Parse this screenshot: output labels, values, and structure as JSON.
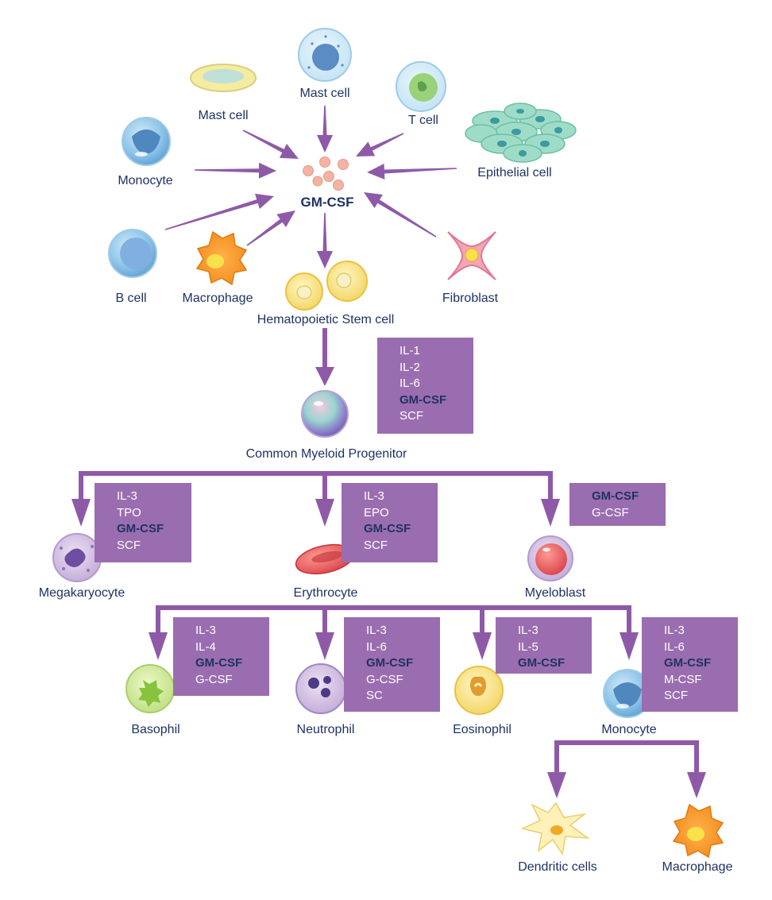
{
  "center": {
    "label": "GM-CSF"
  },
  "sources": {
    "mast_cell_left": "Mast cell",
    "mast_cell_top": "Mast cell",
    "t_cell": "T cell",
    "epithelial_cell": "Epithelial cell",
    "monocyte": "Monocyte",
    "b_cell": "B cell",
    "macrophage": "Macrophage",
    "fibroblast": "Fibroblast"
  },
  "lineage": {
    "hsc": "Hematopoietic Stem cell",
    "cmp": "Common Myeloid Progenitor",
    "megakaryocyte": "Megakaryocyte",
    "erythrocyte": "Erythrocyte",
    "myeloblast": "Myeloblast",
    "basophil": "Basophil",
    "neutrophil": "Neutrophil",
    "eosinophil": "Eosinophil",
    "monocyte": "Monocyte",
    "dendritic_cells": "Dendritic cells",
    "macrophage": "Macrophage"
  },
  "factors": {
    "hsc_to_cmp": [
      "IL-1",
      "IL-2",
      "IL-6",
      "GM-CSF",
      "SCF"
    ],
    "megakaryocyte": [
      "IL-3",
      "TPO",
      "GM-CSF",
      "SCF"
    ],
    "erythrocyte": [
      "IL-3",
      "EPO",
      "GM-CSF",
      "SCF"
    ],
    "myeloblast": [
      "GM-CSF",
      "G-CSF"
    ],
    "basophil": [
      "IL-3",
      "IL-4",
      "GM-CSF",
      "G-CSF"
    ],
    "neutrophil": [
      "IL-3",
      "IL-6",
      "GM-CSF",
      "G-CSF",
      "SC"
    ],
    "eosinophil": [
      "IL-3",
      "IL-5",
      "GM-CSF"
    ],
    "monocyte": [
      "IL-3",
      "IL-6",
      "GM-CSF",
      "M-CSF",
      "SCF"
    ]
  },
  "highlight_factor": "GM-CSF",
  "colors": {
    "arrow": "#8e5aa8",
    "box": "#9a6db0",
    "text": "#1f3264"
  }
}
